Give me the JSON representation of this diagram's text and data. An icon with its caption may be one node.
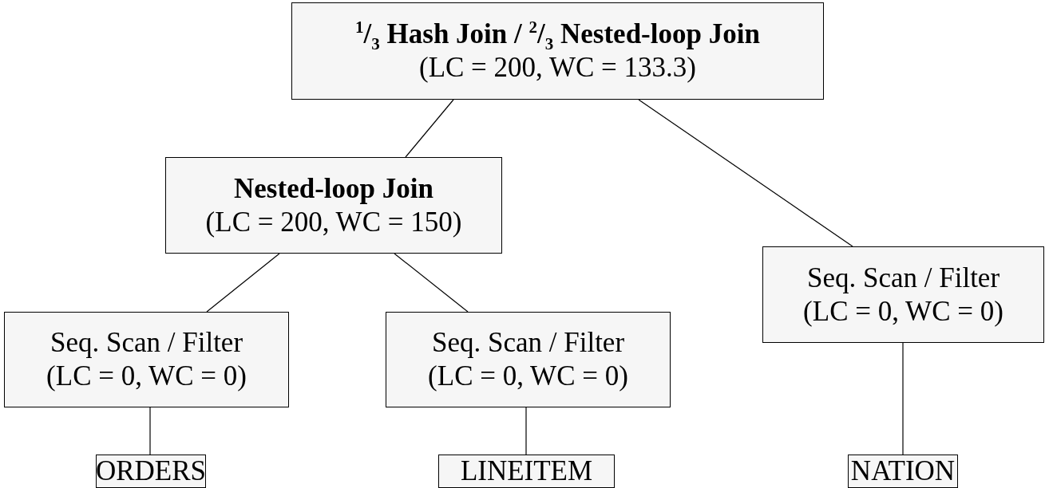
{
  "diagram": {
    "nodes": [
      {
        "text": [
          "$^{1}$/$_{3}$ Hash Join / $^{2}$/$_{3}$ Nested-loop Join",
          "(LC = 200, WC = 133.3)"
        ]
      },
      {
        "text": [
          "Nested-loop Join",
          "(LC = 200, WC = 150)"
        ]
      },
      {
        "text": [
          "Seq. Scan / Filter",
          "(LC = 0, WC = 0)"
        ]
      },
      {
        "text": [
          "Seq. Scan / Filter",
          "(LC = 0, WC = 0)"
        ]
      },
      {
        "text": [
          "Seq. Scan / Filter",
          "(LC = 0, WC = 0)"
        ]
      },
      {
        "text": [
          "ORDERS"
        ]
      },
      {
        "text": [
          "LINEITEM"
        ]
      },
      {
        "text": [
          "NATION"
        ]
      }
    ],
    "edges": [
      {
        "from": 0,
        "to": 1,
        "arrow": "none"
      },
      {
        "from": 0,
        "to": 4,
        "arrow": "none"
      },
      {
        "from": 1,
        "to": 2,
        "arrow": "none"
      },
      {
        "from": 1,
        "to": 3,
        "arrow": "none"
      },
      {
        "from": 2,
        "to": 5,
        "arrow": "none"
      },
      {
        "from": 3,
        "to": 6,
        "arrow": "none"
      },
      {
        "from": 4,
        "to": 7,
        "arrow": "none"
      }
    ]
  }
}
